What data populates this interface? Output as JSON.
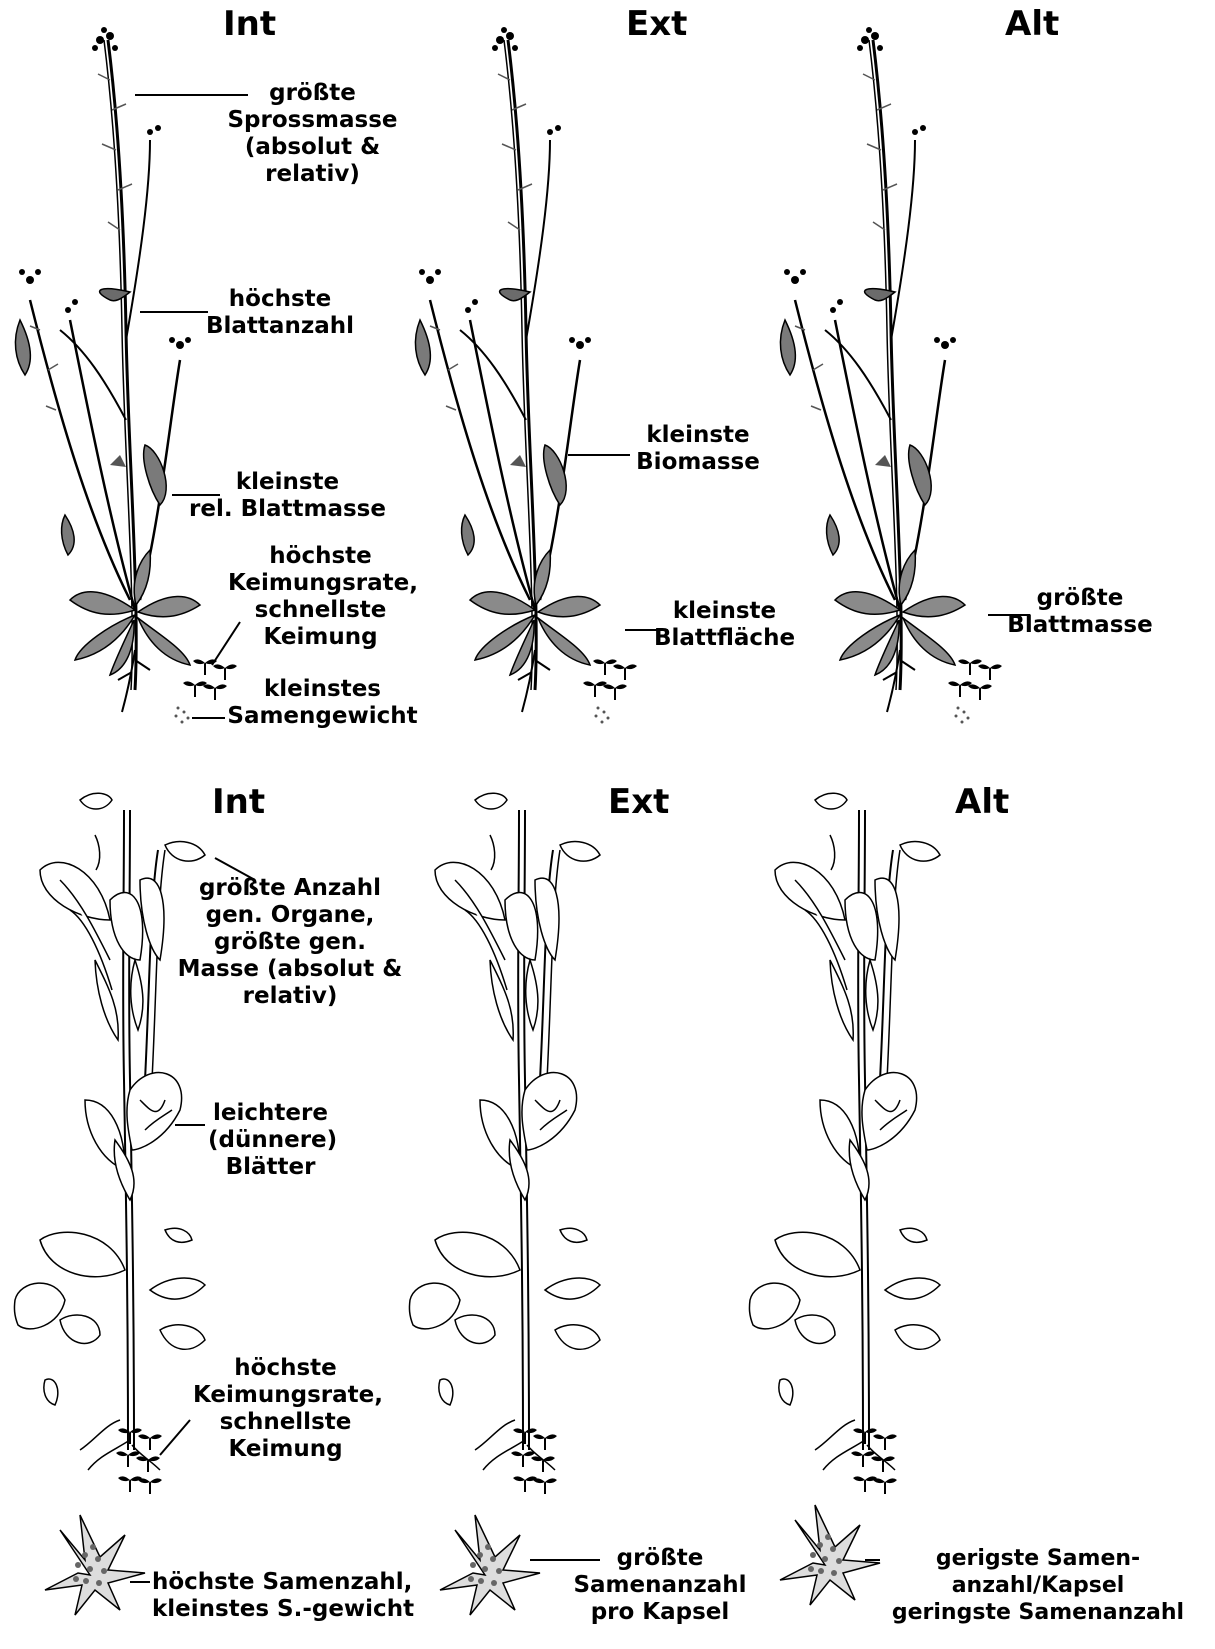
{
  "top_panel": {
    "headers": [
      "Int",
      "Ext",
      "Alt"
    ],
    "int_labels": {
      "sprossmasse": "größte\nSprossmasse\n(absolut &\nrelativ)",
      "blattanzahl": "höchste\nBlattanzahl",
      "rel_blattmasse": "kleinste\nrel. Blattmasse",
      "keimung": "höchste\nKeimungsrate,\nschnellste\nKeimung",
      "samengewicht": "kleinstes\nSamengewicht"
    },
    "ext_labels": {
      "biomasse": "kleinste\nBiomasse",
      "blattflaeche": "kleinste\nBlattfläche"
    },
    "alt_labels": {
      "blattmasse": "größte\nBlattmasse"
    }
  },
  "bottom_panel": {
    "headers": [
      "Int",
      "Ext",
      "Alt"
    ],
    "int_labels": {
      "gen_organe": "größte Anzahl\ngen. Organe,\ngrößte gen.\nMasse (absolut &\nrelativ)",
      "blaetter": "leichtere\n(dünnere)\nBlätter",
      "keimung": "höchste\nKeimungsrate,\nschnellste\nKeimung",
      "samenzahl": "höchste Samenzahl,\nkleinstes S.-gewicht"
    },
    "ext_labels": {
      "samenanzahl": "größte\nSamenanzahl\npro Kapsel"
    },
    "alt_labels": {
      "samenanzahl": "gerigste Samen-\nanzahl/Kapsel\ngeringste Samenanzahl"
    }
  },
  "colors": {
    "ink": "#000000",
    "leaf_fill": "#8a8a8a",
    "leaf_dark": "#5a5a5a",
    "background": "#ffffff"
  }
}
